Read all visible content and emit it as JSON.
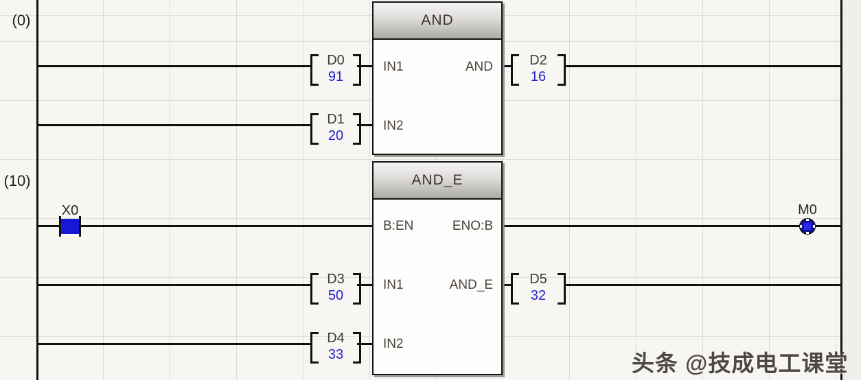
{
  "colors": {
    "value_blue": "#2323cd",
    "device_on_blue": "#1717d6",
    "wire_black": "#111111"
  },
  "n1": {
    "step": "(0)",
    "block": {
      "title": "AND",
      "in1": "IN1",
      "in2": "IN2",
      "out": "AND"
    },
    "op_in1": {
      "device": "D0",
      "value": "91"
    },
    "op_in2": {
      "device": "D1",
      "value": "20"
    },
    "op_out": {
      "device": "D2",
      "value": "16"
    }
  },
  "n2": {
    "step": "(10)",
    "block": {
      "title": "AND_E",
      "en": "B:EN",
      "eno": "ENO:B",
      "in1": "IN1",
      "in2": "IN2",
      "out": "AND_E"
    },
    "contact": {
      "device": "X0"
    },
    "coil": {
      "device": "M0"
    },
    "op_in1": {
      "device": "D3",
      "value": "50"
    },
    "op_in2": {
      "device": "D4",
      "value": "33"
    },
    "op_out": {
      "device": "D5",
      "value": "32"
    }
  },
  "watermark": {
    "text": "头条 @技成电工课堂"
  }
}
